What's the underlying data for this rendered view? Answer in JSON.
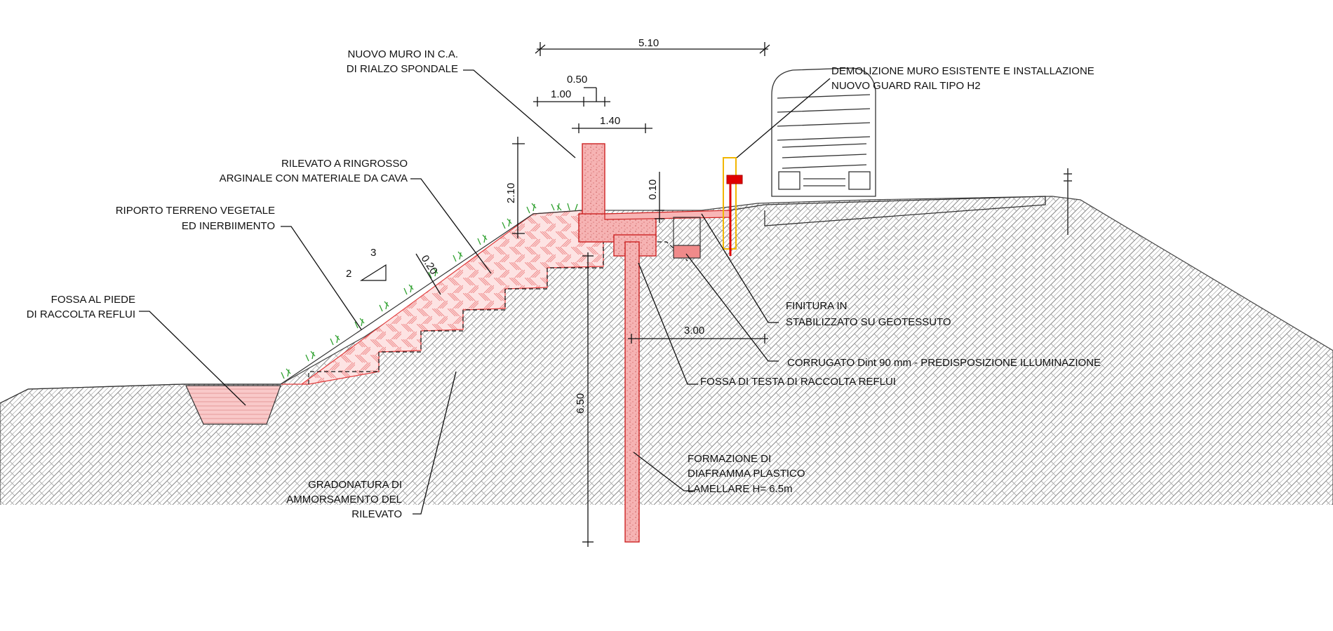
{
  "colors": {
    "hatch_grey": "#8a8a8a",
    "embankment_red": "#f4a6a6",
    "concrete_red": "#f08a8a",
    "grass_green": "#2ea02e",
    "guardrail_yellow": "#f2b600",
    "guardrail_red": "#e00000"
  },
  "labels": {
    "muro_line1": "NUOVO MURO IN C.A.",
    "muro_line2": "DI RIALZO SPONDALE",
    "rilevato_line1": "RILEVATO A RINGROSSO",
    "rilevato_line2": "ARGINALE CON MATERIALE DA CAVA",
    "riporto_line1": "RIPORTO TERRENO VEGETALE",
    "riporto_line2": "ED INERBIIMENTO",
    "fossa_piede_line1": "FOSSA AL PIEDE",
    "fossa_piede_line2": "DI RACCOLTA REFLUI",
    "demolizione_line1": "DEMOLIZIONE MURO ESISTENTE E INSTALLAZIONE",
    "demolizione_line2": "NUOVO GUARD RAIL TIPO H2",
    "finitura_line1": "FINITURA IN",
    "finitura_line2": "STABILIZZATO SU GEOTESSUTO",
    "corrugato": "CORRUGATO Dint 90 mm - PREDISPOSIZIONE ILLUMINAZIONE",
    "fossa_testa": "FOSSA DI TESTA DI RACCOLTA REFLUI",
    "gradonatura_line1": "GRADONATURA DI",
    "gradonatura_line2": "AMMORSAMENTO DEL",
    "gradonatura_line3": "RILEVATO",
    "diaframma_line1": "FORMAZIONE DI",
    "diaframma_line2": "DIAFRAMMA PLASTICO",
    "diaframma_line3": "LAMELLARE H= 6.5m"
  },
  "dimensions": {
    "total_width": "5.10",
    "wall_top": "0.50",
    "wall_offset": "1.00",
    "footing": "1.40",
    "wall_height": "2.10",
    "pavement": "0.10",
    "topsoil": "0.20",
    "slope_h": "3",
    "slope_v": "2",
    "trench_width": "3.00",
    "diaphragm_depth": "6.50"
  }
}
